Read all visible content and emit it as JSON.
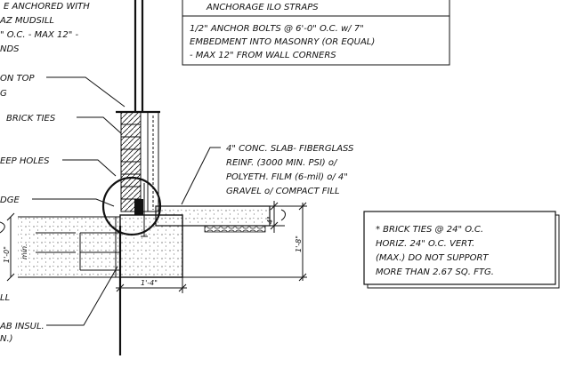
{
  "notes_box": {
    "header": "ANCHORAGE ILO STRAPS",
    "lines": [
      "1/2\" ANCHOR BOLTS @ 6'-0\" O.C. w/ 7\"",
      "EMBEDMENT INTO MASONRY (OR EQUAL)",
      "- MAX 12\" FROM WALL CORNERS"
    ]
  },
  "left_callouts": {
    "mudsill": [
      "E ANCHORED WITH",
      "AZ MUDSILL",
      "\" O.C. - MAX 12\" -",
      "NDS"
    ],
    "flashing": [
      "ON TOP",
      "G"
    ],
    "brick_ties": "BRICK TIES",
    "weep_holes": "EEP HOLES",
    "ledge": "DGE",
    "sill": "LL",
    "slab_insul": [
      "AB INSUL.",
      "N.)"
    ]
  },
  "slab_callout": [
    "4\" CONC. SLAB- FIBERGLASS",
    "REINF. (3000 MIN. PSI) o/",
    "POLYETH. FILM (6-mil) o/ 4\"",
    "GRAVEL o/ COMPACT FILL"
  ],
  "brick_tie_note": [
    "* BRICK TIES @ 24\" O.C.",
    "HORIZ. 24\" O.C. VERT.",
    "(MAX.) DO NOT SUPPORT",
    "MORE THAN 2.67 SQ. FTG."
  ],
  "dimensions": {
    "footing_depth": "1'-0\"",
    "min_label": "min.",
    "slab_thickness": "4\"",
    "total_depth": "1'-8\"",
    "footing_width": "1'-4\""
  }
}
